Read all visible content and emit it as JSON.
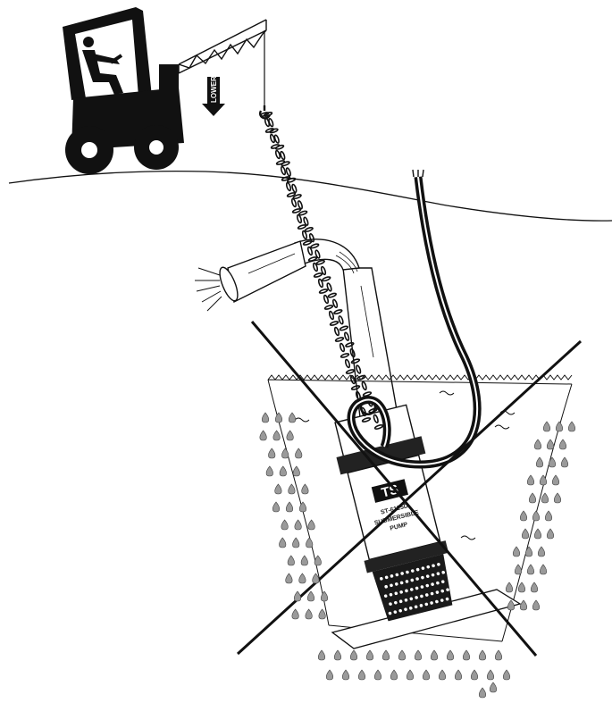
{
  "crane": {
    "arrow_label": "LOWER"
  },
  "pump": {
    "brand": "TS",
    "model": "ST-6125D",
    "line1": "SUBMERSIBLE",
    "line2": "PUMP"
  },
  "colors": {
    "ink": "#111111",
    "droplet": "#9a9a9a",
    "paper": "#ffffff"
  },
  "icons": [
    "forklift-crane-icon",
    "hook-icon",
    "chain-icon",
    "lower-arrow-icon",
    "water-droplet-icon",
    "prohibited-cross-icon"
  ]
}
